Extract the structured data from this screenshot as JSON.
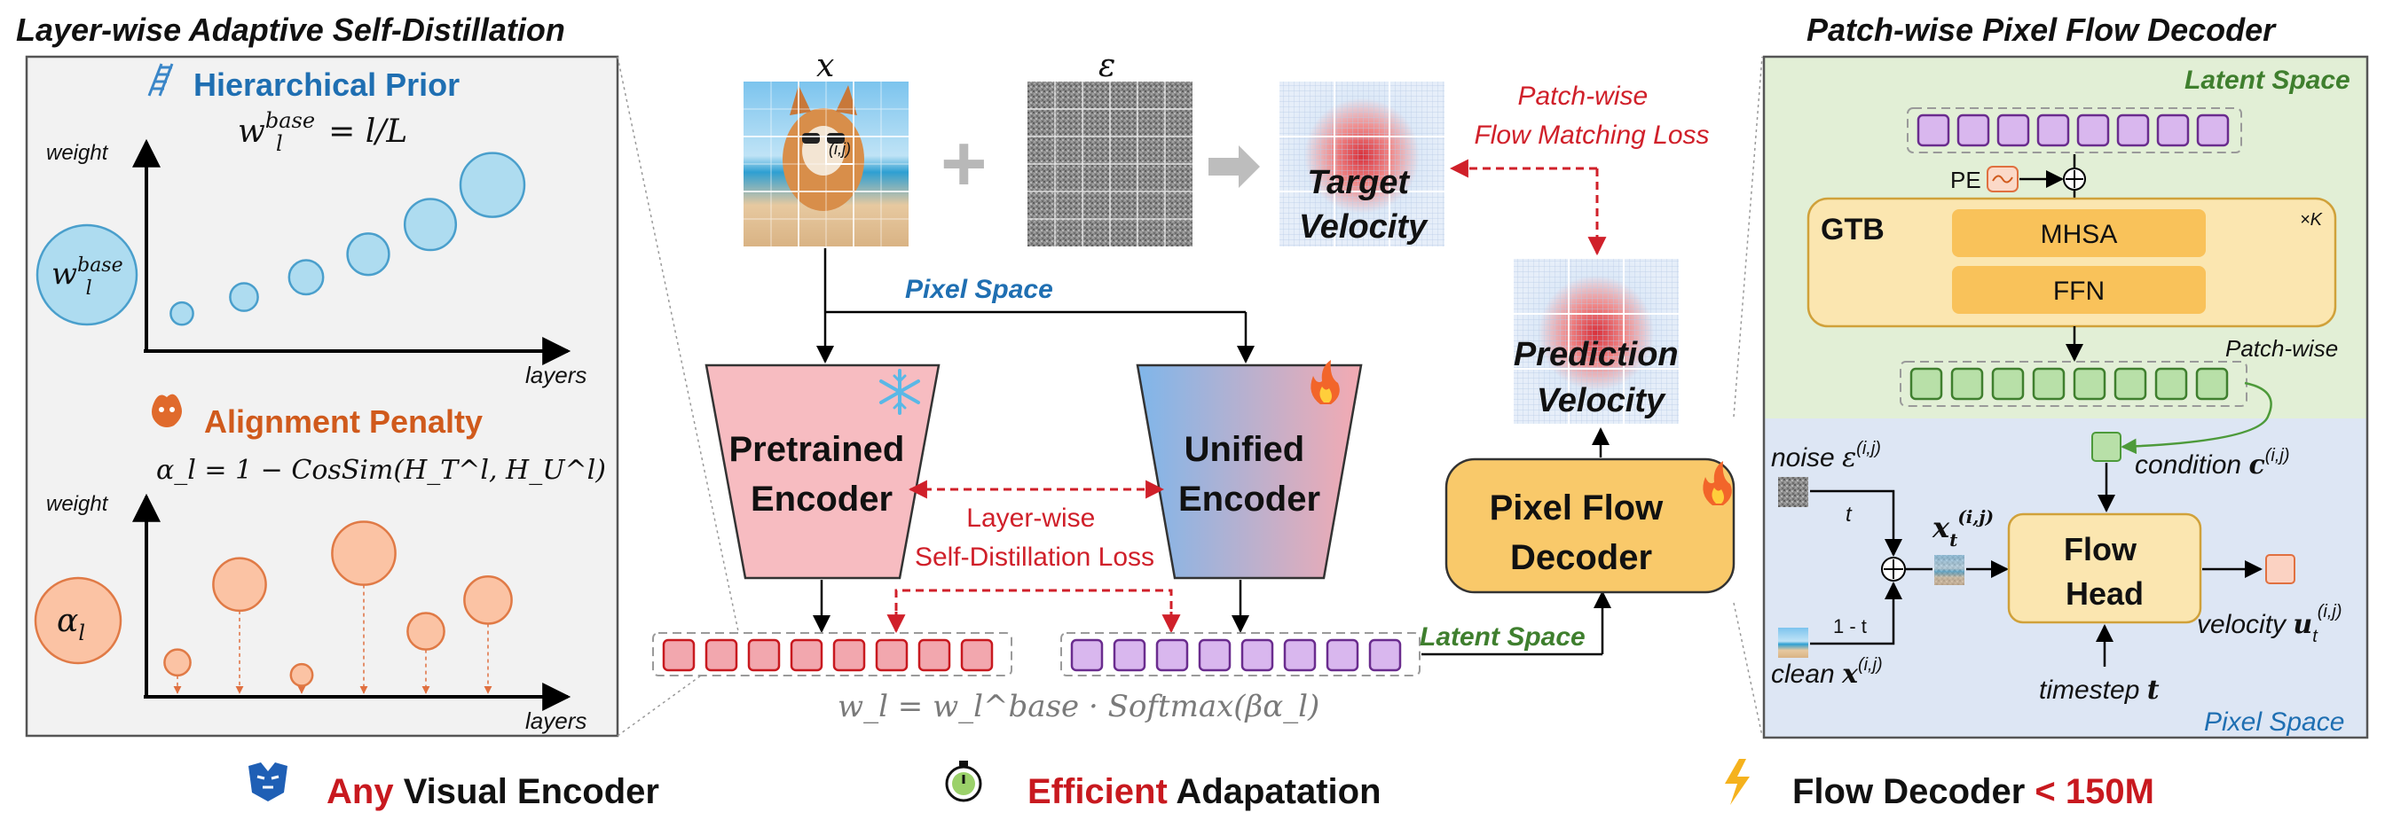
{
  "left_panel": {
    "title": "Layer-wise Adaptive  Self-Distillation",
    "hier": {
      "title": "Hierarchical Prior",
      "formula_lhs": "w",
      "formula_sup": "base",
      "formula_sub": "l",
      "formula_rhs": " = l/L",
      "ylabel": "weight",
      "xlabel": "layers",
      "legend_main": "w",
      "legend_sup": "base",
      "legend_sub": "l",
      "points": [
        {
          "layer": 1,
          "weight": 0.12
        },
        {
          "layer": 2,
          "weight": 0.22
        },
        {
          "layer": 3,
          "weight": 0.34
        },
        {
          "layer": 4,
          "weight": 0.48
        },
        {
          "layer": 5,
          "weight": 0.66
        },
        {
          "layer": 6,
          "weight": 0.9
        }
      ]
    },
    "align": {
      "title": "Alignment Penalty",
      "formula": "α_l = 1 − CosSim(H_T^l, H_U^l)",
      "ylabel": "weight",
      "xlabel": "layers",
      "legend_main": "α",
      "legend_sub": "l",
      "points": [
        {
          "layer": 1,
          "weight": 0.22
        },
        {
          "layer": 2,
          "weight": 0.72
        },
        {
          "layer": 3,
          "weight": 0.14
        },
        {
          "layer": 4,
          "weight": 0.92
        },
        {
          "layer": 5,
          "weight": 0.42
        },
        {
          "layer": 6,
          "weight": 0.62
        }
      ]
    }
  },
  "middle": {
    "x_label": "x",
    "eps_label": "ε",
    "patch_label": "(i,j)",
    "plus": "+",
    "target_velocity": [
      "Target",
      "Velocity"
    ],
    "prediction_velocity": [
      "Prediction",
      "Velocity"
    ],
    "patch_loss": [
      "Patch-wise",
      "Flow Matching Loss"
    ],
    "pixel_space": "Pixel Space",
    "pretrained_encoder": [
      "Pretrained",
      "Encoder"
    ],
    "unified_encoder": [
      "Unified",
      "Encoder"
    ],
    "distill_loss": [
      "Layer-wise",
      "Self-Distillation Loss"
    ],
    "latent_space": "Latent Space",
    "pixel_flow_decoder": [
      "Pixel Flow",
      "Decoder"
    ],
    "weight_formula": "w_l = w_l^base · Softmax(βα_l)"
  },
  "right_panel": {
    "title": "Patch-wise Pixel Flow Decoder",
    "latent_space": "Latent Space",
    "pixel_space": "Pixel Space",
    "pe": "PE",
    "gtb": "GTB",
    "xk": "×K",
    "mhsa": "MHSA",
    "ffn": "FFN",
    "patch_wise": "Patch-wise",
    "noise": "noise",
    "noise_sym": "ε",
    "clean": "clean",
    "clean_sym": "x",
    "ij": "(i,j)",
    "t": "t",
    "one_minus_t": "1 - t",
    "xt": "x",
    "xt_sub": "t",
    "condition": "condition",
    "condition_sym": "c",
    "flow_head": [
      "Flow",
      "Head"
    ],
    "velocity": "velocity",
    "velocity_sym": "u",
    "velocity_sub": "t",
    "timestep": "timestep",
    "timestep_sym": "t"
  },
  "bottom": {
    "item1_accent": "Any",
    "item1_rest": " Visual Encoder",
    "item2_accent": "Efficient",
    "item2_rest": " Adapatation",
    "item3_main": "Flow Decoder ",
    "item3_accent": "< 150M"
  },
  "colors": {
    "blue_title": "#1f6fb2",
    "orange_title": "#d05a1c",
    "red_dashed": "#d0202a",
    "green_text": "#3f7f2e",
    "pink_token": "#f2a7ae",
    "purple_token": "#d9b7ee",
    "green_token": "#b8e0a8",
    "decoder_fill": "#f9c96a"
  }
}
